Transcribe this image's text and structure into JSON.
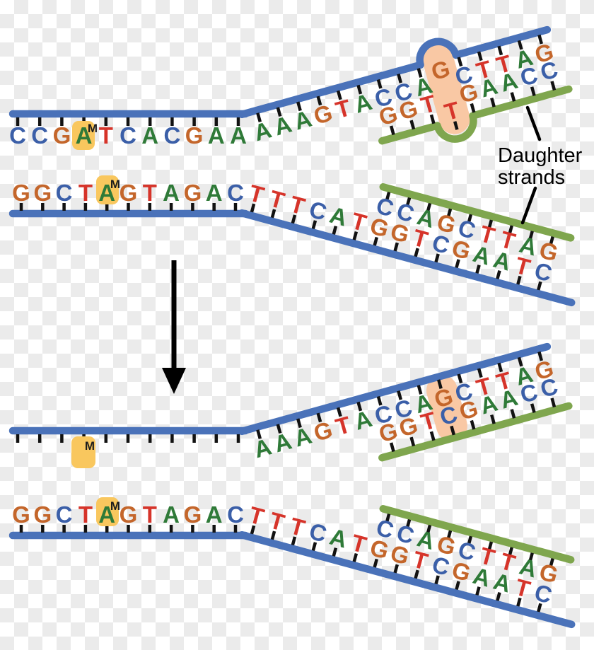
{
  "colors": {
    "checker_light": "#ffffff",
    "checker_dark": "#ebebeb",
    "parental_strand": "#4a72b9",
    "daughter_strand": "#7fa64e",
    "tick": "#121212",
    "base_A": "#2f7a38",
    "base_C": "#3b5fa8",
    "base_G": "#c4662b",
    "base_T": "#d6342a",
    "methyl_box": "#f9c75e",
    "methyl_letter": "#1d1d1d",
    "mismatch_box": "#f9c8a4",
    "label": "#000000",
    "arrow": "#000000"
  },
  "labels": {
    "daughter_line1": "Daughter",
    "daughter_line2": "strands",
    "methyl": "M"
  },
  "panels": {
    "before": {
      "fork1": {
        "template_flat": "CCGATCACGAA",
        "methyl_flat_index": 3,
        "template_incline": "AAAGTACCAGCTTAG",
        "daughter": "GGTTGAACC",
        "mismatch_template_index": 9,
        "mismatch_daughter_index": 3,
        "mismatch_pair": "G-T"
      },
      "fork2": {
        "template_flat": "GGCTAGTAGAC",
        "methyl_flat_index": 4,
        "template_incline": "TTTCATGGTCGAATC",
        "daughter": "CCAGCTTAG"
      }
    },
    "after": {
      "fork1": {
        "template_flat": "",
        "methyl_flat_index": 3,
        "template_incline": "AAAGTACCAGCTTAG",
        "daughter": "GGTCGAACC",
        "repaired_template_index": 9,
        "repaired_daughter_index": 3,
        "repaired_pair": "G-C"
      },
      "fork2": {
        "template_flat": "GGCTAGTAGAC",
        "methyl_flat_index": 4,
        "template_incline": "TTTCATGGTCGAATC",
        "daughter": "CCAGCTTAG"
      }
    }
  }
}
